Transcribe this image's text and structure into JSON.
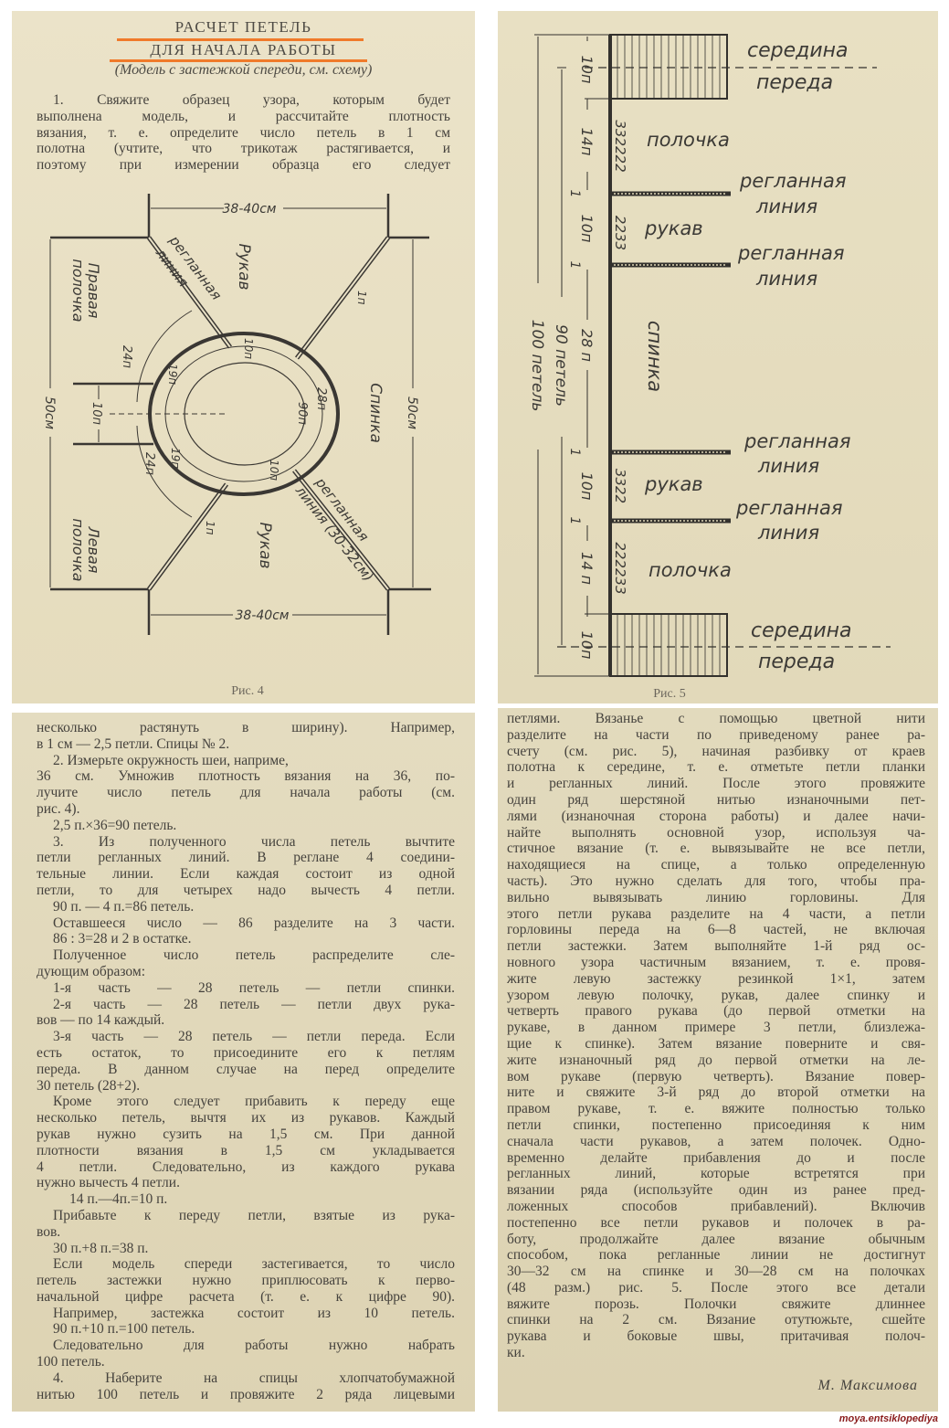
{
  "article": {
    "title_line1": "РАСЧЕТ ПЕТЕЛЬ",
    "title_line2": "ДЛЯ НАЧАЛА РАБОТЫ",
    "subtitle": "(Модель с застежкой спереди, см. схему)",
    "intro_lines": [
      "1. Свяжите образец узора, которым будет",
      "выполнена модель, и рассчитайте плотность",
      "вязания, т. е. определите число петель в 1 см",
      "полотна (учтите, что трикотаж растягивается, и",
      "поэтому при измерении образца его следует"
    ],
    "left_lines": [
      "несколько растянуть в ширину). Например,",
      "в 1 см — 2,5 петли. Спицы № 2.",
      "2. Измерьте окружность шеи, наприме,",
      "36 см. Умножив плотность вязания на 36, по-",
      "лучите число петель для начала работы (см.",
      "рис. 4).",
      "2,5 п.×36=90 петель.",
      "3. Из полученного числа петель вычтите",
      "петли регланных линий. В реглане 4 соедини-",
      "тельные линии. Если каждая состоит из одной",
      "петли, то для четырех надо вычесть 4 петли.",
      "90 п. — 4 п.=86 петель.",
      "Оставшееся число — 86 разделите на 3 части.",
      "86 : 3=28 и 2 в остатке.",
      "Полученное число петель распределите сле-",
      "дующим образом:",
      "1-я часть — 28 петель — петли спинки.",
      "2-я часть — 28 петель — петли двух рука-",
      "вов — по 14 каждый.",
      "3-я часть — 28 петель — петли переда. Если",
      "есть остаток, то присоедините его к петлям",
      "переда. В данном случае на перед определите",
      "30 петель (28+2).",
      "Кроме этого следует прибавить к переду еще",
      "несколько петель, вычтя их из рукавов. Каждый",
      "рукав нужно сузить на 1,5 см. При данной",
      "плотности вязания в 1,5 см укладывается",
      "4 петли. Следовательно, из каждого рукава",
      "нужно вычесть 4 петли.",
      "14 п.—4п.=10 п.",
      "Прибавьте к переду петли, взятые из рука-",
      "вов.",
      "30 п.+8 п.=38 п.",
      "Если модель спереди застегивается, то число",
      "петель застежки нужно приплюсовать к перво-",
      "начальной цифре расчета (т. е. к цифре 90).",
      "Например, застежка состоит из 10 петель.",
      "90 п.+10 п.=100 петель.",
      "Следовательно для работы нужно набрать",
      "100 петель.",
      "4. Наберите на спицы хлопчатобумажной",
      "нитью 100 петель и провяжите 2 ряда лицевыми"
    ],
    "right_lines": [
      "петлями. Вязанье с помощью цветной нити",
      "разделите на части по приведеному ранее ра-",
      "счету (см. рис. 5), начиная разбивку от краев",
      "полотна к середине, т. е. отметьте петли планки",
      "и регланных линий. После этого провяжите",
      "один ряд шерстяной нитью изнаночными пет-",
      "лями (изнаночная сторона работы) и далее начи-",
      "найте выполнять основной узор, используя ча-",
      "стичное вязание (т. е. вывязывайте не все петли,",
      "находящиеся на спице, а только определенную",
      "часть). Это нужно сделать для того, чтобы пра-",
      "вильно вывязывать линию горловины. Для",
      "этого петли рукава разделите на 4 части, а петли",
      "горловины переда на 6—8 частей, не включая",
      "петли застежки. Затем выполняйте 1-й ряд ос-",
      "новного узора частичным вязанием, т. е. провя-",
      "жите левую застежку резинкой 1×1, затем",
      "узором левую полочку, рукав, далее спинку и",
      "четверть правого рукава (до первой отметки на",
      "рукаве, в данном примере 3 петли, близлежа-",
      "щие к спинке). Затем вязание поверните и свя-",
      "жите изнаночный ряд до первой отметки на ле-",
      "вом рукаве (первую четверть). Вязание повер-",
      "ните и свяжите 3-й ряд до второй отметки на",
      "правом рукаве, т. е. вяжите полностью только",
      "петли спинки, постепенно присоединяя к ним",
      "сначала части рукавов, а затем полочек. Одно-",
      "временно делайте прибавления до и после",
      "регланных линий, которые встретятся при",
      "вязании ряда (используйте один из ранее пред-",
      "ложенных способов прибавлений). Включив",
      "постепенно все петли рукавов и полочек в ра-",
      "боту, продолжайте далее вязание обычным",
      "способом, пока регланные линии не достигнут",
      "30—32 см на спинке и 30—28 см на полочках",
      "(48 разм.) рис. 5. После этого все детали",
      "вяжите порозь. Полочки свяжите длиннее",
      "спинки на 2 см. Вязание отутюжьте, сшейте",
      "рукава и боковые швы, притачивая полоч-",
      "ки."
    ],
    "signature": "М. Максимова"
  },
  "fig4": {
    "caption": "Рис. 4",
    "width_top": "38-40см",
    "width_bottom": "38-40см",
    "height_left": "50см",
    "height_right": "50см",
    "sleeve_top": "Рукав",
    "sleeve_bottom": "Рукав",
    "back": "Спинка",
    "right_front_1": "Правая",
    "right_front_2": "полочка",
    "left_front_1": "Левая",
    "left_front_2": "полочка",
    "raglan_top_1": "регланная",
    "raglan_top_2": "линия",
    "raglan_bottom_1": "регланная",
    "raglan_bottom_2": "линия (30-32см)",
    "st_24_top": "24п",
    "st_24_bottom": "24п",
    "st_19_top": "19п",
    "st_19_bottom": "19п",
    "st_10_top": "10п",
    "st_10_bottom": "10п",
    "st_10_placket": "10п",
    "st_28": "28п",
    "st_90": "90п",
    "st_1_top": "1п",
    "st_1_bottom": "1п"
  },
  "fig5": {
    "caption": "Рис. 5",
    "front_center_top_1": "середина",
    "front_center_top_2": "переда",
    "front_center_bottom_1": "середина",
    "front_center_bottom_2": "переда",
    "front_top": "полочка",
    "front_bottom": "полочка",
    "sleeve_top": "рукав",
    "sleeve_bottom": "рукав",
    "back": "спинка",
    "raglan_1a": "регланная",
    "raglan_1b": "линия",
    "raglan_2a": "регланная",
    "raglan_2b": "линия",
    "raglan_3a": "регланная",
    "raglan_3b": "линия",
    "raglan_4a": "регланная",
    "raglan_4b": "линия",
    "marks_front_top": "332222",
    "marks_sleeve_top": "2233",
    "marks_sleeve_bottom": "3322",
    "marks_front_bottom": "222233",
    "dim_10_top": "10п",
    "dim_14_top": "14п",
    "dim_1_a": "1",
    "dim_10_sleeve_top": "10п",
    "dim_1_b": "1",
    "dim_28": "28 п",
    "dim_1_c": "1",
    "dim_10_sleeve_bottom": "10п",
    "dim_1_d": "1",
    "dim_14_bottom": "14 п",
    "dim_10_bottom": "10п",
    "dim_90": "90 петель",
    "dim_100": "100 петель"
  },
  "watermark": "moya.entsiklopediya",
  "colors": {
    "highlight": "#f07a2a",
    "paper": "#e9e1c6",
    "ink": "#45423d",
    "watermark": "#8a1c1c"
  }
}
